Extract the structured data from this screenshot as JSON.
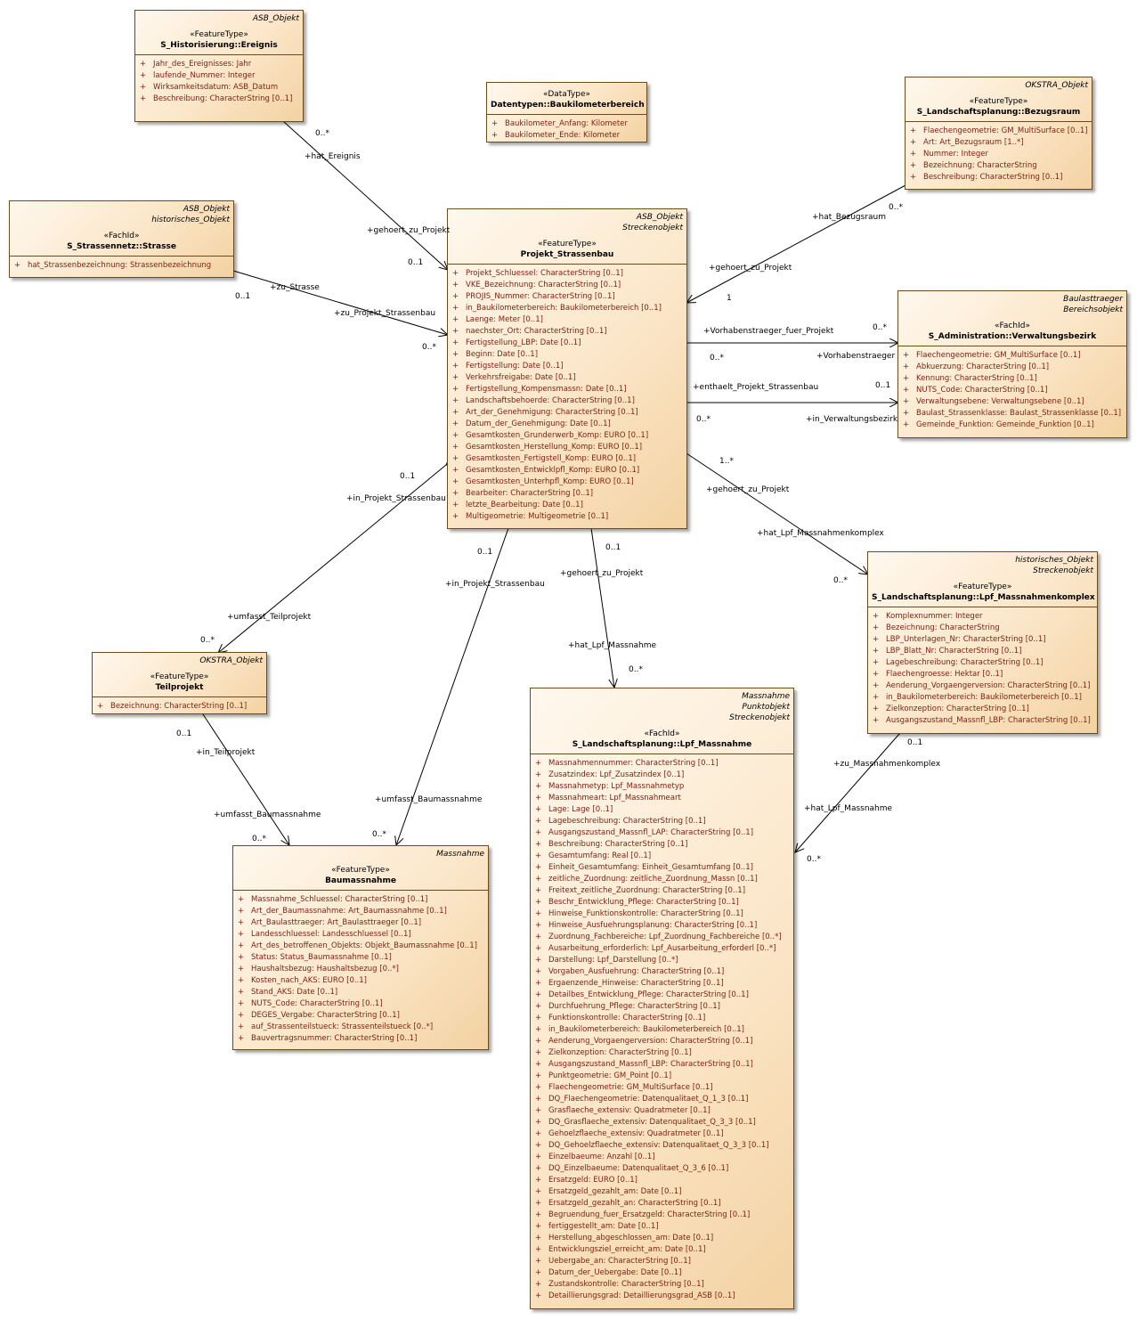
{
  "classes": {
    "ereignis": {
      "tags": [
        "ASB_Objekt"
      ],
      "stereotype": "«FeatureType»",
      "name": "S_Historisierung::Ereignis",
      "attributes": [
        "Jahr_des_Ereignisses: Jahr",
        "laufende_Nummer: Integer",
        "Wirksamkeitsdatum: ASB_Datum",
        "Beschreibung: CharacterString [0..1]"
      ]
    },
    "baukilometer": {
      "tags": [],
      "stereotype": "«DataType»",
      "name": "Datentypen::Baukilometerbereich",
      "attributes": [
        "Baukilometer_Anfang: Kilometer",
        "Baukilometer_Ende: Kilometer"
      ]
    },
    "bezugsraum": {
      "tags": [
        "OKSTRA_Objekt"
      ],
      "stereotype": "«FeatureType»",
      "name": "S_Landschaftsplanung::Bezugsraum",
      "attributes": [
        "Flaechengeometrie: GM_MultiSurface [0..1]",
        "Art: Art_Bezugsraum [1..*]",
        "Nummer: Integer",
        "Bezeichnung: CharacterString",
        "Beschreibung: CharacterString [0..1]"
      ]
    },
    "strasse": {
      "tags": [
        "ASB_Objekt",
        "historisches_Objekt"
      ],
      "stereotype": "«FachId»",
      "name": "S_Strassennetz::Strasse",
      "attributes": [
        "hat_Strassenbezeichnung: Strassenbezeichnung"
      ]
    },
    "projekt": {
      "tags": [
        "ASB_Objekt",
        "Streckenobjekt"
      ],
      "stereotype": "«FeatureType»",
      "name": "Projekt_Strassenbau",
      "attributes": [
        "Projekt_Schluessel: CharacterString [0..1]",
        "VKE_Bezeichnung: CharacterString [0..1]",
        "PROJIS_Nummer: CharacterString [0..1]",
        "in_Baukilometerbereich: Baukilometerbereich [0..1]",
        "Laenge: Meter [0..1]",
        "naechster_Ort: CharacterString [0..1]",
        "Fertigstellung_LBP: Date [0..1]",
        "Beginn: Date [0..1]",
        "Fertigstellung: Date [0..1]",
        "Verkehrsfreigabe: Date [0..1]",
        "Fertigstellung_Kompensmassn: Date [0..1]",
        "Landschaftsbehoerde: CharacterString [0..1]",
        "Art_der_Genehmigung: CharacterString [0..1]",
        "Datum_der_Genehmigung: Date [0..1]",
        "Gesamtkosten_Grunderwerb_Komp: EURO [0..1]",
        "Gesamtkosten_Herstellung_Komp: EURO [0..1]",
        "Gesamtkosten_Fertigstell_Komp: EURO [0..1]",
        "Gesamtkosten_Entwicklpfl_Komp: EURO [0..1]",
        "Gesamtkosten_Unterhpfl_Komp: EURO [0..1]",
        "Bearbeiter: CharacterString [0..1]",
        "letzte_Bearbeitung: Date [0..1]",
        "Multigeometrie: Multigeometrie [0..1]"
      ]
    },
    "verwaltung": {
      "tags": [
        "Baulasttraeger",
        "Bereichsobjekt"
      ],
      "stereotype": "«FachId»",
      "name": "S_Administration::Verwaltungsbezirk",
      "attributes": [
        "Flaechengeometrie: GM_MultiSurface [0..1]",
        "Abkuerzung: CharacterString [0..1]",
        "Kennung: CharacterString [0..1]",
        "NUTS_Code: CharacterString [0..1]",
        "Verwaltungsebene: Verwaltungsebene [0..1]",
        "Baulast_Strassenklasse: Baulast_Strassenklasse [0..1]",
        "Gemeinde_Funktion: Gemeinde_Funktion [0..1]"
      ]
    },
    "komplex": {
      "tags": [
        "historisches_Objekt",
        "Streckenobjekt"
      ],
      "stereotype": "«FeatureType»",
      "name": "S_Landschaftsplanung::Lpf_Massnahmenkomplex",
      "attributes": [
        "Komplexnummer: Integer",
        "Bezeichnung: CharacterString",
        "LBP_Unterlagen_Nr: CharacterString [0..1]",
        "LBP_Blatt_Nr: CharacterString [0..1]",
        "Lagebeschreibung: CharacterString [0..1]",
        "Flaechengroesse: Hektar [0..1]",
        "Aenderung_Vorgaengerversion: CharacterString [0..1]",
        "in_Baukilometerbereich: Baukilometerbereich [0..1]",
        "Zielkonzeption: CharacterString [0..1]",
        "Ausgangszustand_Massnfl_LBP: CharacterString [0..1]"
      ]
    },
    "teilprojekt": {
      "tags": [
        "OKSTRA_Objekt"
      ],
      "stereotype": "«FeatureType»",
      "name": "Teilprojekt",
      "attributes": [
        "Bezeichnung: CharacterString [0..1]"
      ]
    },
    "baumassnahme": {
      "tags": [
        "Massnahme"
      ],
      "stereotype": "«FeatureType»",
      "name": "Baumassnahme",
      "attributes": [
        "Massnahme_Schluessel: CharacterString [0..1]",
        "Art_der_Baumassnahme: Art_Baumassnahme [0..1]",
        "Art_Baulasttraeger: Art_Baulasttraeger [0..1]",
        "Landesschluessel: Landesschluessel [0..1]",
        "Art_des_betroffenen_Objekts: Objekt_Baumassnahme [0..1]",
        "Status: Status_Baumassnahme [0..1]",
        "Haushaltsbezug: Haushaltsbezug [0..*]",
        "Kosten_nach_AKS: EURO [0..1]",
        "Stand_AKS: Date [0..1]",
        "NUTS_Code: CharacterString [0..1]",
        "DEGES_Vergabe: CharacterString [0..1]",
        "auf_Strassenteilstueck: Strassenteilstueck [0..*]",
        "Bauvertragsnummer: CharacterString [0..1]"
      ]
    },
    "lpf": {
      "tags": [
        "Massnahme",
        "Punktobjekt",
        "Streckenobjekt"
      ],
      "stereotype": "«FachId»",
      "name": "S_Landschaftsplanung::Lpf_Massnahme",
      "attributes": [
        "Massnahmennummer: CharacterString [0..1]",
        "Zusatzindex: Lpf_Zusatzindex [0..1]",
        "Massnahmetyp: Lpf_Massnahmetyp",
        "Massnahmeart: Lpf_Massnahmeart",
        "Lage: Lage [0..1]",
        "Lagebeschreibung: CharacterString [0..1]",
        "Ausgangszustand_Massnfl_LAP: CharacterString [0..1]",
        "Beschreibung: CharacterString [0..1]",
        "Gesamtumfang: Real [0..1]",
        "Einheit_Gesamtumfang: Einheit_Gesamtumfang [0..1]",
        "zeitliche_Zuordnung: zeitliche_Zuordnung_Massn [0..1]",
        "Freitext_zeitliche_Zuordnung: CharacterString [0..1]",
        "Beschr_Entwicklung_Pflege: CharacterString [0..1]",
        "Hinweise_Funktionskontrolle: CharacterString [0..1]",
        "Hinweise_Ausfuehrungsplanung: CharacterString [0..1]",
        "Zuordnung_Fachbereiche: Lpf_Zuordnung_Fachbereiche [0..*]",
        "Ausarbeitung_erforderlich: Lpf_Ausarbeitung_erforderl [0..*]",
        "Darstellung: Lpf_Darstellung [0..*]",
        "Vorgaben_Ausfuehrung: CharacterString [0..1]",
        "Ergaenzende_Hinweise: CharacterString [0..1]",
        "Detailbes_Entwicklung_Pflege: CharacterString [0..1]",
        "Durchfuehrung_Pflege: CharacterString [0..1]",
        "Funktionskontrolle: CharacterString [0..1]",
        "in_Baukilometerbereich: Baukilometerbereich [0..1]",
        "Aenderung_Vorgaengerversion: CharacterString [0..1]",
        "Zielkonzeption: CharacterString [0..1]",
        "Ausgangszustand_Massnfl_LBP: CharacterString [0..1]",
        "Punktgeometrie: GM_Point [0..1]",
        "Flaechengeometrie: GM_MultiSurface [0..1]",
        "DQ_Flaechengeometrie: Datenqualitaet_Q_1_3 [0..1]",
        "Grasflaeche_extensiv: Quadratmeter [0..1]",
        "DQ_Grasflaeche_extensiv: Datenqualitaet_Q_3_3 [0..1]",
        "Gehoelzflaeche_extensiv: Quadratmeter [0..1]",
        "DQ_Gehoelzflaeche_extensiv: Datenqualitaet_Q_3_3 [0..1]",
        "Einzelbaeume: Anzahl [0..1]",
        "DQ_Einzelbaeume: Datenqualitaet_Q_3_6 [0..1]",
        "Ersatzgeld: EURO [0..1]",
        "Ersatzgeld_gezahlt_am: Date [0..1]",
        "Ersatzgeld_gezahlt_an: CharacterString [0..1]",
        "Begruendung_fuer_Ersatzgeld: CharacterString [0..1]",
        "fertiggestellt_am: Date [0..1]",
        "Herstellung_abgeschlossen_am: Date [0..1]",
        "Entwicklungsziel_erreicht_am: Date [0..1]",
        "Uebergabe_an: CharacterString [0..1]",
        "Datum_der_Uebergabe: Date [0..1]",
        "Zustandskontrolle: CharacterString [0..1]",
        "Detaillierungsgrad: Detaillierungsgrad_ASB [0..1]"
      ]
    }
  },
  "labels": {
    "m_ereignis": "0..*",
    "r_hat_ereignis": "+hat_Ereignis",
    "r_gehoert_projekt_1": "+gehoert_zu_Projekt",
    "m_projekt_1": "0..1",
    "r_zu_strasse": "+zu_Strasse",
    "m_strasse": "0..1",
    "r_zu_projekt_strassenbau": "+zu_Projekt_Strassenbau",
    "m_projekt_2": "0..*",
    "r_hat_bezugsraum": "+hat_Bezugsraum",
    "m_bezugsraum": "0..*",
    "r_gehoert_projekt_2": "+gehoert_zu_Projekt",
    "m_projekt_3": "1",
    "r_vorhabenstraeger_fuer": "+Vorhabenstraeger_fuer_Projekt",
    "m_verw_1": "0..*",
    "r_vorhabenstraeger": "+Vorhabenstraeger",
    "m_projekt_4": "0..*",
    "r_enthaelt": "+enthaelt_Projekt_Strassenbau",
    "m_verw_2": "0..1",
    "r_in_verwaltungsbezirk": "+in_Verwaltungsbezirk",
    "m_projekt_5": "0..*",
    "m_projekt_6": "1..*",
    "r_gehoert_projekt_3": "+gehoert_zu_Projekt",
    "r_hat_komplex": "+hat_Lpf_Massnahmenkomplex",
    "m_komplex": "0..*",
    "m_projekt_7": "0..1",
    "r_in_projekt_1": "+in_Projekt_Strassenbau",
    "r_umfasst_teilprojekt": "+umfasst_Teilprojekt",
    "m_teilprojekt": "0..*",
    "m_projekt_8": "0..1",
    "r_in_projekt_2": "+in_Projekt_Strassenbau",
    "r_umfasst_baumassnahme_1": "+umfasst_Baumassnahme",
    "m_baumassnahme_1": "0..*",
    "m_projekt_9": "0..1",
    "r_gehoert_projekt_4": "+gehoert_zu_Projekt",
    "r_hat_lpf_1": "+hat_Lpf_Massnahme",
    "m_lpf_1": "0..*",
    "m_teil_2": "0..1",
    "r_in_teilprojekt": "+in_Teilprojekt",
    "r_umfasst_baumassnahme_2": "+umfasst_Baumassnahme",
    "m_baumassnahme_2": "0..*",
    "m_komplex_2": "0..1",
    "r_zu_komplex": "+zu_Massnahmenkomplex",
    "r_hat_lpf_2": "+hat_Lpf_Massnahme",
    "m_lpf_2": "0..*"
  }
}
